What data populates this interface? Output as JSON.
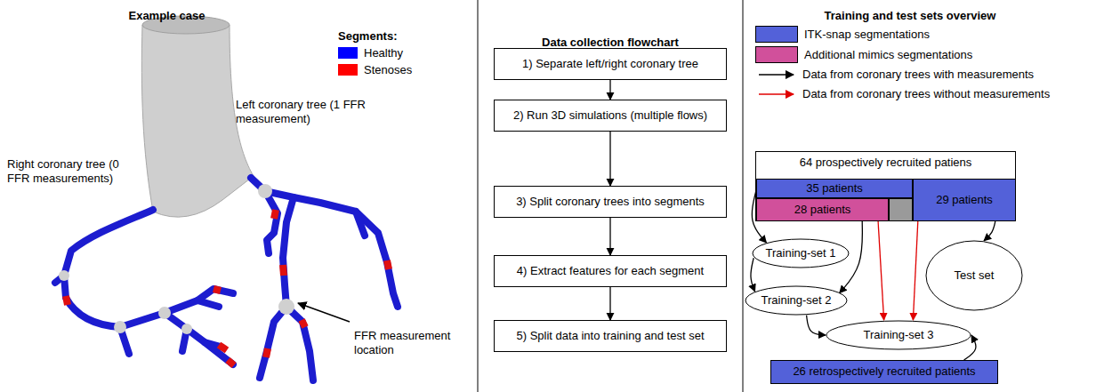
{
  "diagram": {
    "nodes": [
      {
        "text": [
          "1) Separate left/right coronary tree"
        ]
      },
      {
        "text": [
          "2) Run 3D simulations (multiple flows)"
        ]
      },
      {
        "text": [
          "3) Split coronary trees into segments"
        ]
      },
      {
        "text": [
          "4) Extract features for each segment"
        ]
      },
      {
        "text": [
          "5) Split data into training and test set"
        ]
      },
      {
        "text": [
          "64 prospectively recruited patiens"
        ]
      },
      {
        "text": [
          "35 patients"
        ],
        "in": 5
      },
      {
        "text": [
          "28 patients"
        ],
        "in": 5
      },
      {
        "text": [
          "29 patients"
        ],
        "in": 5
      },
      {
        "text": [
          "Training-set 1"
        ]
      },
      {
        "text": [
          "Training-set 2"
        ]
      },
      {
        "text": [
          "Training-set 3"
        ]
      },
      {
        "text": [
          "Test set"
        ]
      },
      {
        "text": [
          "26 retrospectively recruited patients"
        ]
      }
    ],
    "edges": [
      {
        "from": 0,
        "to": 1,
        "arrow": "to"
      },
      {
        "from": 1,
        "to": 2,
        "arrow": "to"
      },
      {
        "from": 2,
        "to": 3,
        "arrow": "to"
      },
      {
        "from": 3,
        "to": 4,
        "arrow": "to"
      },
      {
        "from": 6,
        "to": 9,
        "arrow": "to"
      },
      {
        "from": 9,
        "to": 10,
        "arrow": "to"
      },
      {
        "from": 7,
        "to": 10,
        "arrow": "to"
      },
      {
        "from": 10,
        "to": 11,
        "arrow": "to"
      },
      {
        "from": 7,
        "to": 11,
        "arrow": "to"
      },
      {
        "from": 8,
        "to": 11,
        "arrow": "to"
      },
      {
        "from": 8,
        "to": 12,
        "arrow": "to"
      },
      {
        "from": 13,
        "to": 11,
        "arrow": "to"
      }
    ],
    "labels": [
      "Example case",
      "Data collection flowchart",
      "Training and test sets overview",
      "Segments:",
      "Left coronary tree (1 FFR measurement)",
      "Right coronary tree (0 FFR measurements)",
      "FFR measurement location"
    ],
    "legend": [
      {
        "text": "Healthy",
        "color": "#0000ff"
      },
      {
        "text": "Stenoses",
        "color": "#ff0000"
      },
      {
        "text": "ITK-snap segmentations",
        "color": "#5361d9"
      },
      {
        "text": "Additional mimics segmentations",
        "color": "#d1509b"
      },
      {
        "text": "Data from coronary trees with measurements"
      },
      {
        "text": "Data from coronary trees without measurements"
      }
    ]
  }
}
